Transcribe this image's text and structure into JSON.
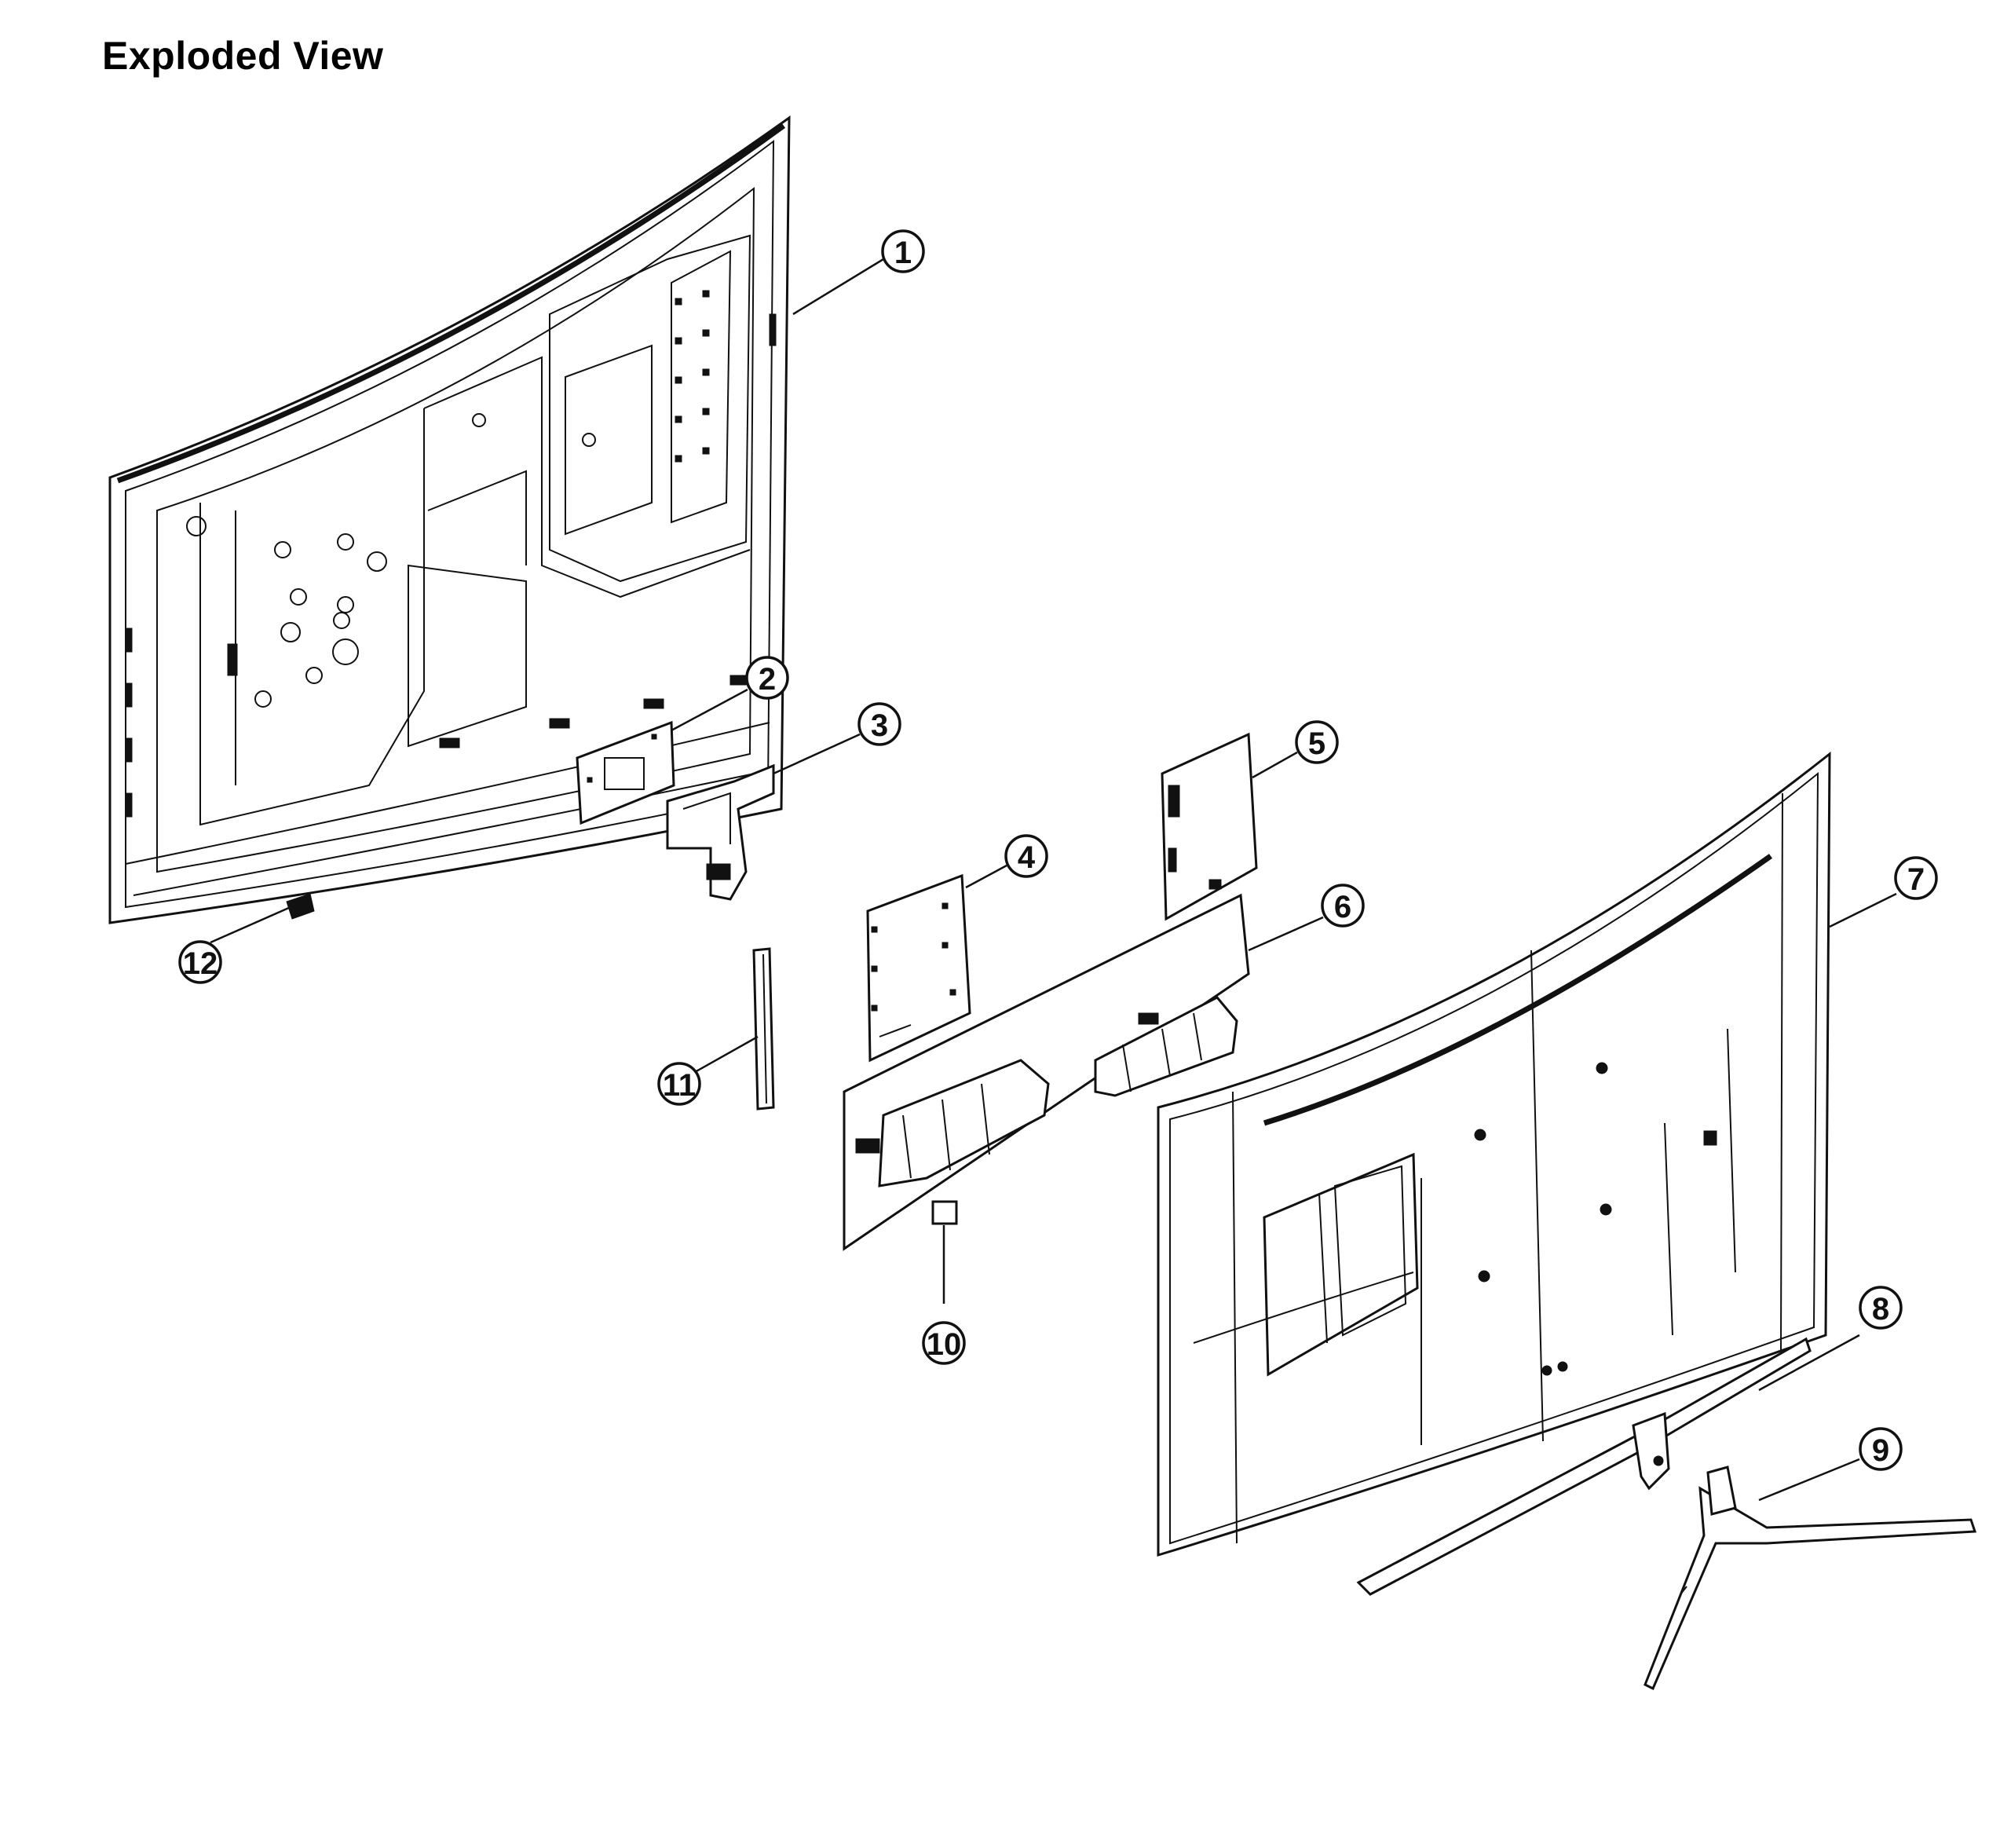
{
  "title": "Exploded View",
  "callouts": [
    "1",
    "2",
    "3",
    "4",
    "5",
    "6",
    "7",
    "8",
    "9",
    "10",
    "11",
    "12"
  ]
}
